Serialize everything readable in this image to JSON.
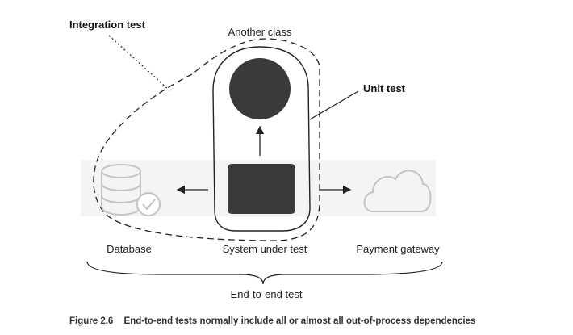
{
  "labels": {
    "integration_test": "Integration test",
    "another_class": "Another class",
    "unit_test": "Unit test",
    "database": "Database",
    "system_under_test": "System under test",
    "payment_gateway": "Payment gateway",
    "end_to_end_test": "End-to-end test"
  },
  "caption": {
    "number": "Figure 2.6",
    "text": "End-to-end tests normally include all or almost all out-of-process dependencies"
  },
  "colors": {
    "dark_fill": "#3a3a3a",
    "stroke": "#222222",
    "icon_gray": "#c4c4c4",
    "text": "#222222"
  },
  "icons": {
    "database": "database-check-icon",
    "payment_gateway": "cloud-icon"
  }
}
